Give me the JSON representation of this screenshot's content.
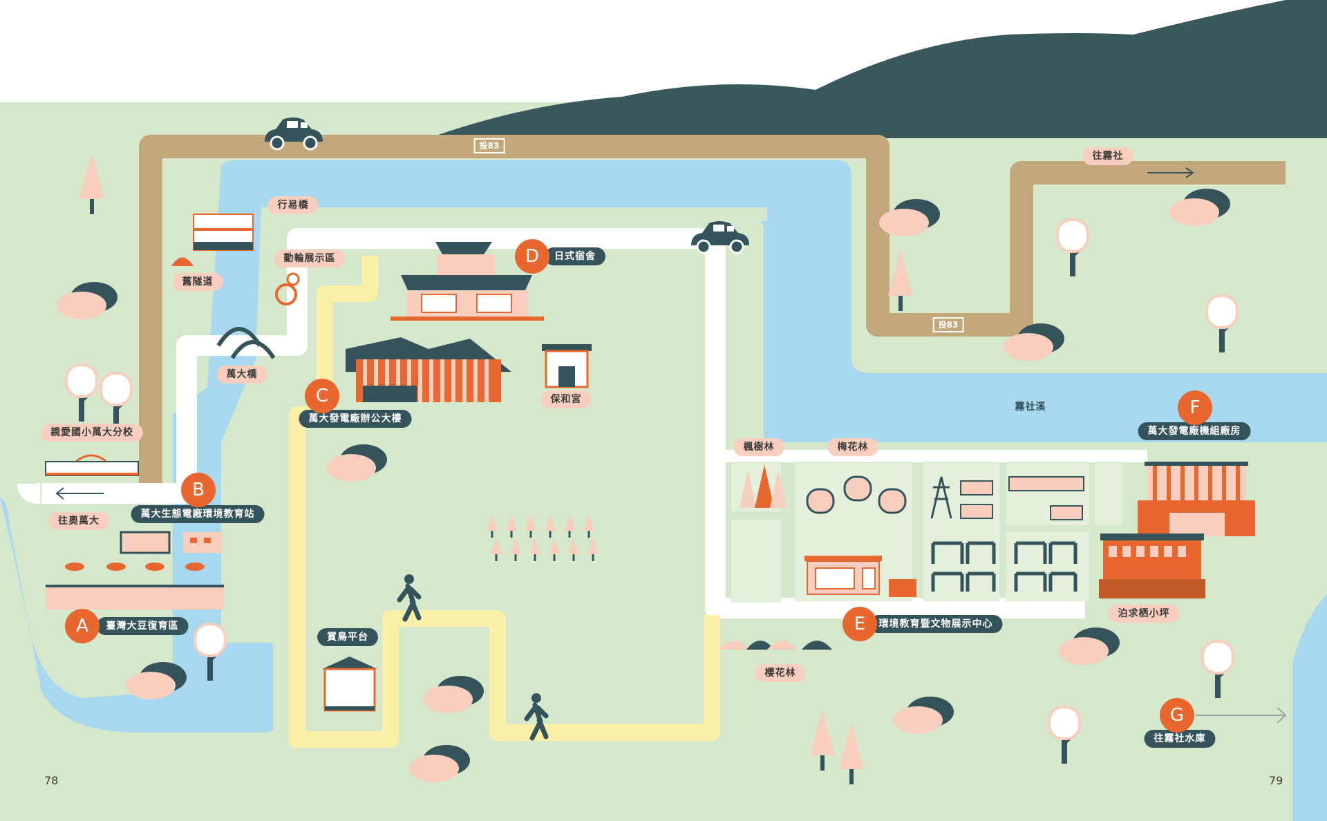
{
  "page_numbers": {
    "left": "78",
    "right": "79"
  },
  "road_tags": [
    "投83",
    "投83"
  ],
  "sites": [
    {
      "letter": "A",
      "label": "臺灣大豆復育區"
    },
    {
      "letter": "B",
      "label": "萬大生態電廠環境教育站"
    },
    {
      "letter": "C",
      "label": "萬大發電廠辦公大樓"
    },
    {
      "letter": "D",
      "label": "日式宿舍"
    },
    {
      "letter": "E",
      "label": "環境教育暨文物展示中心"
    },
    {
      "letter": "F",
      "label": "萬大發電廠機組廠房"
    },
    {
      "letter": "G",
      "label": "往霧社水庫"
    }
  ],
  "places": {
    "xingyi_bridge": "行易橋",
    "dongl_exhibit": "動輪展示區",
    "old_tunnel": "舊隧道",
    "wanda_bridge": "萬大橋",
    "school": "親愛國小萬大分校",
    "to_aowanda": "往奧萬大",
    "baohe_temple": "保和宮",
    "bird_platform": "賞鳥平台",
    "maple_grove": "楓樹林",
    "plum_grove": "梅花林",
    "cherry_grove": "櫻花林",
    "pond": "泊求栖小坪",
    "river": "霧社溪",
    "to_wushe": "往霧社"
  },
  "colors": {
    "grass": "#d6e8cc",
    "water": "#a8d8f0",
    "road": "#c2a87a",
    "path": "#ffffff",
    "trail": "#fbf0a8",
    "mountain": "#3a575b",
    "accent": "#e8672f",
    "label_light": "#f8cfbf",
    "label_dark": "#35535b"
  },
  "icons": [
    "car-icon",
    "walker-icon",
    "tree-icon",
    "bush-icon",
    "building-icon",
    "pavilion-icon",
    "temple-icon",
    "arrow-icon",
    "tower-icon"
  ]
}
